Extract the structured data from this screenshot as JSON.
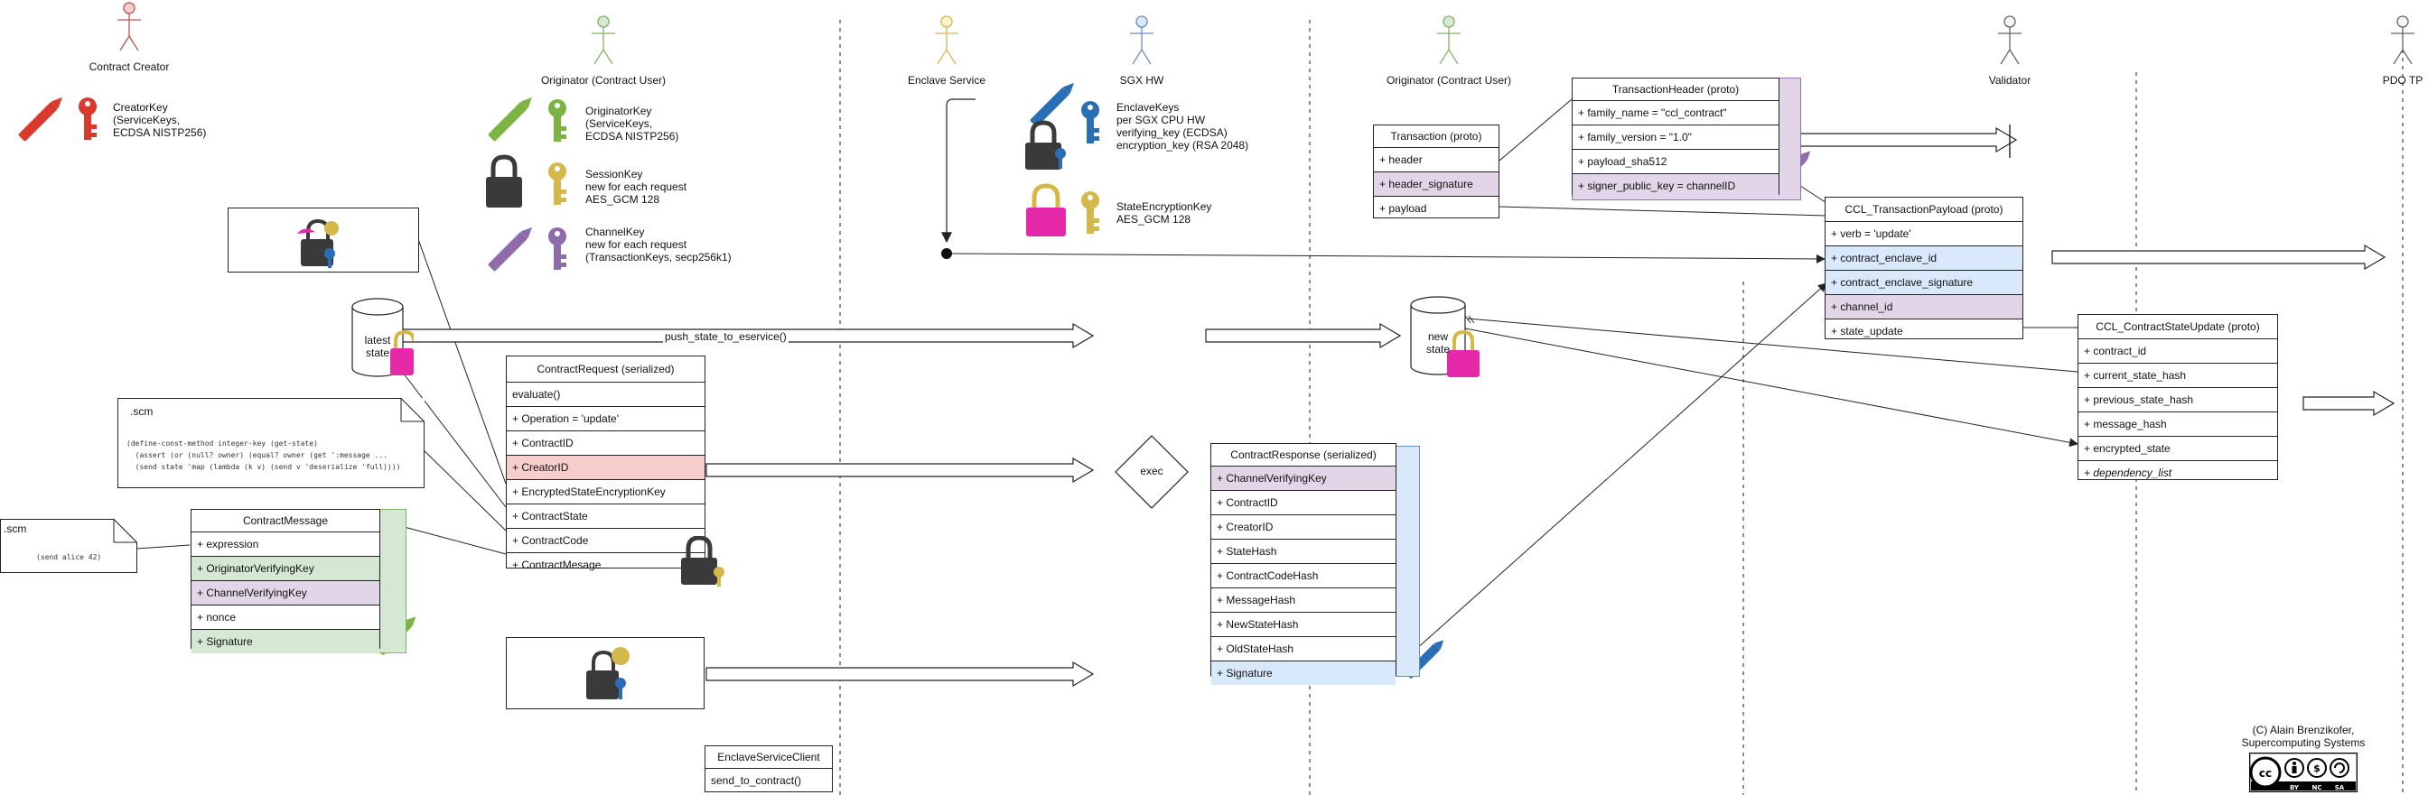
{
  "actors": [
    {
      "label": "Contract Creator",
      "color": "#b85450"
    },
    {
      "label": "Originator (Contract User)",
      "color": "#82b366"
    },
    {
      "label": "Enclave Service",
      "color": "#d6b656"
    },
    {
      "label": "SGX HW",
      "color": "#6c8ebf"
    },
    {
      "label": "Originator (Contract User)",
      "color": "#82b366"
    },
    {
      "label": "Validator",
      "color": "#666666"
    },
    {
      "label": "PDO TP",
      "color": "#666666"
    }
  ],
  "keys": {
    "creator": "CreatorKey\n(ServiceKeys,\nECDSA NISTP256)",
    "originator": "OriginatorKey\n(ServiceKeys,\nECDSA NISTP256)",
    "session": "SessionKey\nnew for each request\nAES_GCM 128",
    "channel": "ChannelKey\nnew for each request\n(TransactionKeys, secp256k1)",
    "enclave": "EnclaveKeys\nper SGX CPU HW\nverifying_key (ECDSA)\nencryption_key (RSA 2048)",
    "state_encryption": "StateEncryptionKey\nAES_GCM 128"
  },
  "colors": {
    "red_key": "#d93a2b",
    "green_key": "#7cb342",
    "yellow_key": "#d4b84a",
    "purple_key": "#8e6bab",
    "blue_key": "#2a6fb5",
    "magenta_lock": "#e629a8",
    "dark_lock": "#3a3a3a"
  },
  "datastores": {
    "latest": "latest\nstate",
    "new": "new\nstate"
  },
  "arrows": {
    "push_state": "push_state_to_eservice()"
  },
  "exec_label": "exec",
  "notes": {
    "scm1_title": ".scm",
    "scm1_code": "(define-const-method integer-key (get-state)\n  (assert (or (null? owner) (equal? owner (get ':message ...\n  (send state 'map (lambda (k v) (send v 'deserialize 'full))))",
    "scm2_title": ".scm",
    "scm2_code": "(send alice 42)"
  },
  "contract_message": {
    "title": "ContractMessage",
    "rows": [
      "+ expression",
      "+ OriginatorVerifyingKey",
      "+ ChannelVerifyingKey",
      "+ nonce",
      "+ Signature"
    ]
  },
  "contract_request": {
    "title": "ContractRequest (serialized)",
    "rows": [
      "evaluate()",
      "+ Operation = 'update'",
      "+ ContractID",
      "+ CreatorID",
      "+ EncryptedStateEncryptionKey",
      "+ ContractState",
      "+ ContractCode",
      "+ ContractMesage"
    ]
  },
  "contract_response": {
    "title": "ContractResponse (serialized)",
    "rows": [
      "+ ChannelVerifyingKey",
      "+ ContractID",
      "+ CreatorID",
      "+ StateHash",
      "+ ContractCodeHash",
      "+ MessageHash",
      "+ NewStateHash",
      "+ OldStateHash",
      "+ Signature"
    ]
  },
  "enclave_service_client": {
    "title": "EnclaveServiceClient",
    "rows": [
      "send_to_contract()"
    ]
  },
  "transaction": {
    "title": "Transaction (proto)",
    "rows": [
      "+ header",
      "+ header_signature",
      "+ payload"
    ]
  },
  "transaction_header": {
    "title": "TransactionHeader (proto)",
    "rows": [
      "+ family_name = \"ccl_contract\"",
      "+ family_version = \"1.0\"",
      "+ payload_sha512",
      "+ signer_public_key = channelID"
    ]
  },
  "ccl_payload": {
    "title": "CCL_TransactionPayload (proto)",
    "rows": [
      "+ verb = 'update'",
      "+ contract_enclave_id",
      "+ contract_enclave_signature",
      "+ channel_id",
      "+ state_update"
    ]
  },
  "ccl_state_update": {
    "title": "CCL_ContractStateUpdate (proto)",
    "rows": [
      "+ contract_id",
      "+ current_state_hash",
      "+ previous_state_hash",
      "+ message_hash",
      "+ encrypted_state",
      "+ dependency_list"
    ]
  },
  "credit": "(C) Alain Brenzikofer,\nSupercomputing Systems",
  "license": {
    "icons": [
      "cc",
      "by",
      "nc",
      "sa"
    ],
    "labels": [
      "BY",
      "NC",
      "SA"
    ]
  }
}
